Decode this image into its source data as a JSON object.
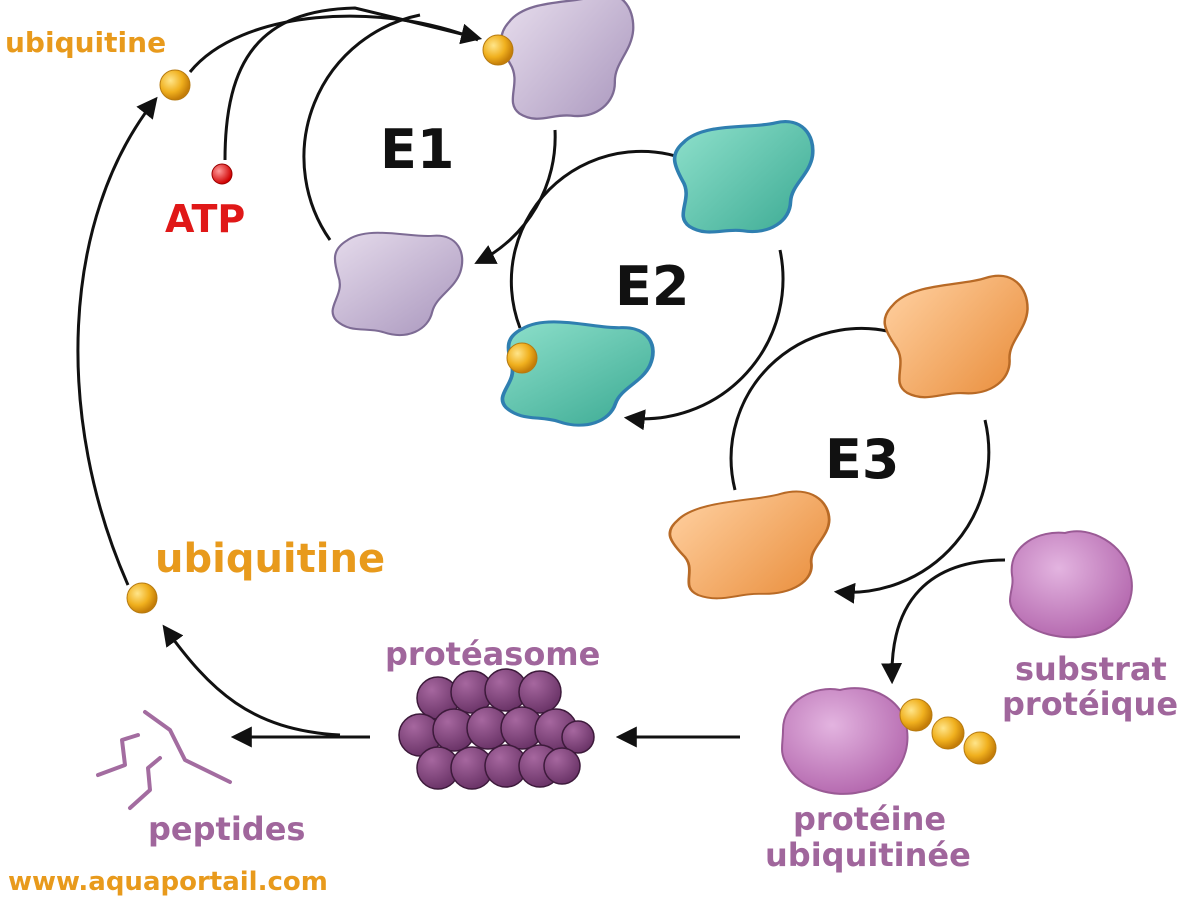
{
  "labels": {
    "ubiquitin_top": "ubiquitine",
    "ubiquitin_free": "ubiquitine",
    "atp": "ATP",
    "e1": "E1",
    "e2": "E2",
    "e3": "E3",
    "substrate_line1": "substrat",
    "substrate_line2": "protéique",
    "ubiquitinated_line1": "protéine",
    "ubiquitinated_line2": "ubiquitinée",
    "proteasome": "protéasome",
    "peptides": "peptides",
    "website": "www.aquaportail.com"
  },
  "colors": {
    "ubiquitin": "#e8a21a",
    "label_orange": "#e89a1c",
    "label_purple": "#a0669c",
    "atp_red": "#e01818",
    "e1_enzyme": "#c9b8d6",
    "e2_enzyme": "#5dc8b0",
    "e3_enzyme": "#f2a95e",
    "substrate": "#c987c7",
    "proteasome": "#8a4a86",
    "arrow": "#111111"
  }
}
